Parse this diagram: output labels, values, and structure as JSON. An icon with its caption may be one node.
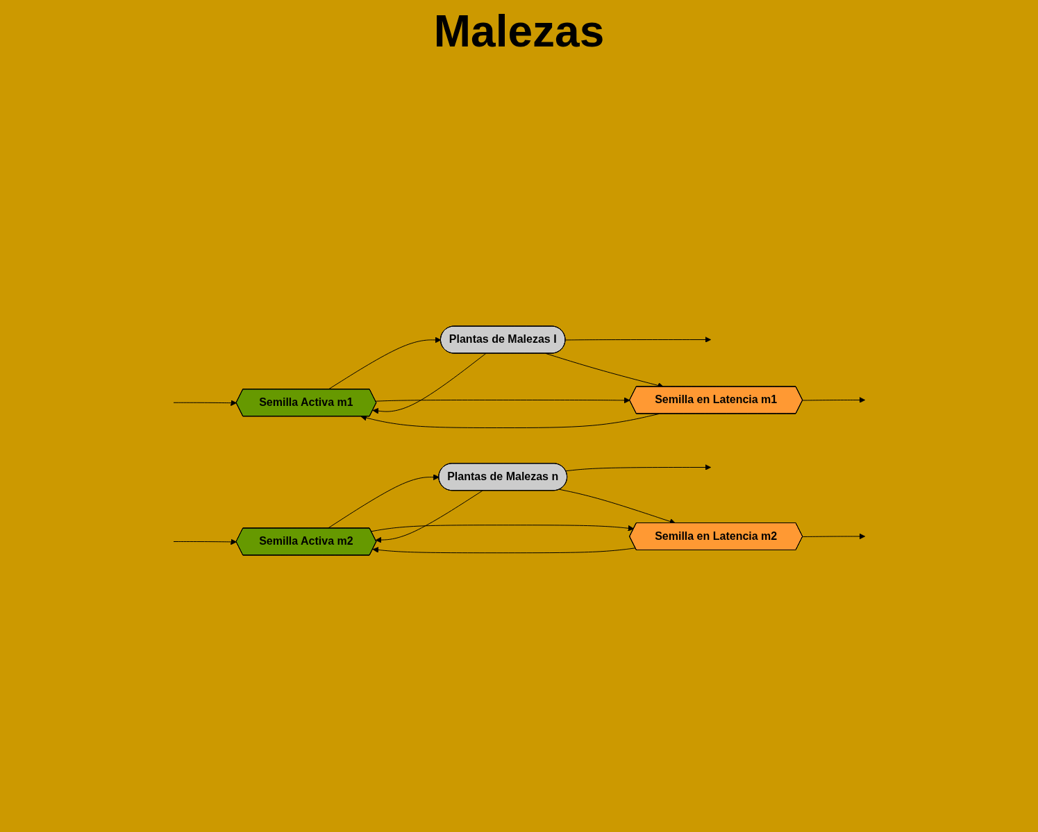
{
  "diagram": {
    "title": "Malezas",
    "nodes": [
      {
        "text": [
          "Semilla Activa m1"
        ]
      },
      {
        "text": [
          "Plantas de Malezas I"
        ]
      },
      {
        "text": [
          "Semilla en Latencia m1"
        ]
      },
      {
        "text": [
          "Semilla Activa m2"
        ]
      },
      {
        "text": [
          "Plantas de Malezas n"
        ]
      },
      {
        "text": [
          "Semilla en Latencia m2"
        ]
      }
    ],
    "edges": [
      {
        "from": null,
        "to": 0,
        "arrow": "to"
      },
      {
        "from": 0,
        "to": 1,
        "arrow": "to"
      },
      {
        "from": 1,
        "to": null,
        "arrow": "to"
      },
      {
        "from": 1,
        "to": 0,
        "arrow": "to"
      },
      {
        "from": 0,
        "to": 2,
        "arrow": "to"
      },
      {
        "from": 2,
        "to": 0,
        "arrow": "to"
      },
      {
        "from": 1,
        "to": 2,
        "arrow": "to"
      },
      {
        "from": 2,
        "to": null,
        "arrow": "to"
      },
      {
        "from": null,
        "to": 3,
        "arrow": "to"
      },
      {
        "from": 3,
        "to": 4,
        "arrow": "to"
      },
      {
        "from": 4,
        "to": null,
        "arrow": "to"
      },
      {
        "from": 4,
        "to": 3,
        "arrow": "to"
      },
      {
        "from": 3,
        "to": 5,
        "arrow": "to"
      },
      {
        "from": 5,
        "to": 3,
        "arrow": "to"
      },
      {
        "from": 4,
        "to": 5,
        "arrow": "to"
      },
      {
        "from": 5,
        "to": null,
        "arrow": "to"
      }
    ]
  }
}
